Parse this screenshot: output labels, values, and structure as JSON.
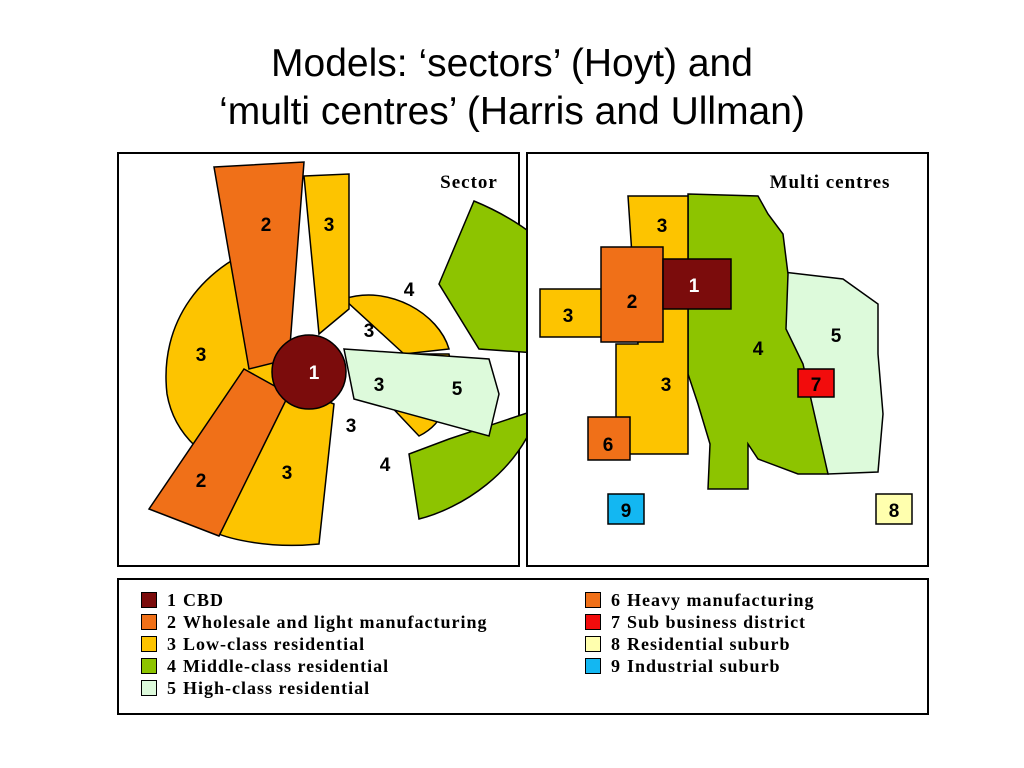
{
  "title": {
    "line1": "Models: ‘sectors’ (Hoyt) and",
    "line2": "‘multi centres’ (Harris and Ullman)"
  },
  "sector_panel": {
    "label": "Sector",
    "labels": [
      "2",
      "3",
      "4",
      "3",
      "3",
      "1",
      "3",
      "5",
      "3",
      "4",
      "2",
      "3"
    ]
  },
  "multi_panel": {
    "label": "Multi centres",
    "labels": [
      "3",
      "2",
      "1",
      "3",
      "5",
      "4",
      "3",
      "7",
      "6",
      "9",
      "8"
    ]
  },
  "colors": {
    "cbd": "#7B0C0C",
    "wholesale": "#F07018",
    "low_class": "#FDC400",
    "middle_class": "#8DC400",
    "high_class": "#DDFADB",
    "heavy": "#F07018",
    "sub_business": "#F20C0C",
    "residential_suburb": "#FFFFAE",
    "industrial_suburb": "#13B7F2"
  },
  "legend": {
    "left": [
      {
        "num": "1",
        "text": "CBD",
        "color": "#7B0C0C"
      },
      {
        "num": "2",
        "text": "Wholesale and light manufacturing",
        "color": "#F07018"
      },
      {
        "num": "3",
        "text": "Low-class residential",
        "color": "#FDC400"
      },
      {
        "num": "4",
        "text": "Middle-class residential",
        "color": "#8DC400"
      },
      {
        "num": "5",
        "text": "High-class residential",
        "color": "#DDFADB"
      }
    ],
    "right": [
      {
        "num": "6",
        "text": "Heavy manufacturing",
        "color": "#F07018"
      },
      {
        "num": "7",
        "text": "Sub business district",
        "color": "#F20C0C"
      },
      {
        "num": "8",
        "text": "Residential suburb",
        "color": "#FFFFAE"
      },
      {
        "num": "9",
        "text": "Industrial suburb",
        "color": "#13B7F2"
      }
    ]
  }
}
